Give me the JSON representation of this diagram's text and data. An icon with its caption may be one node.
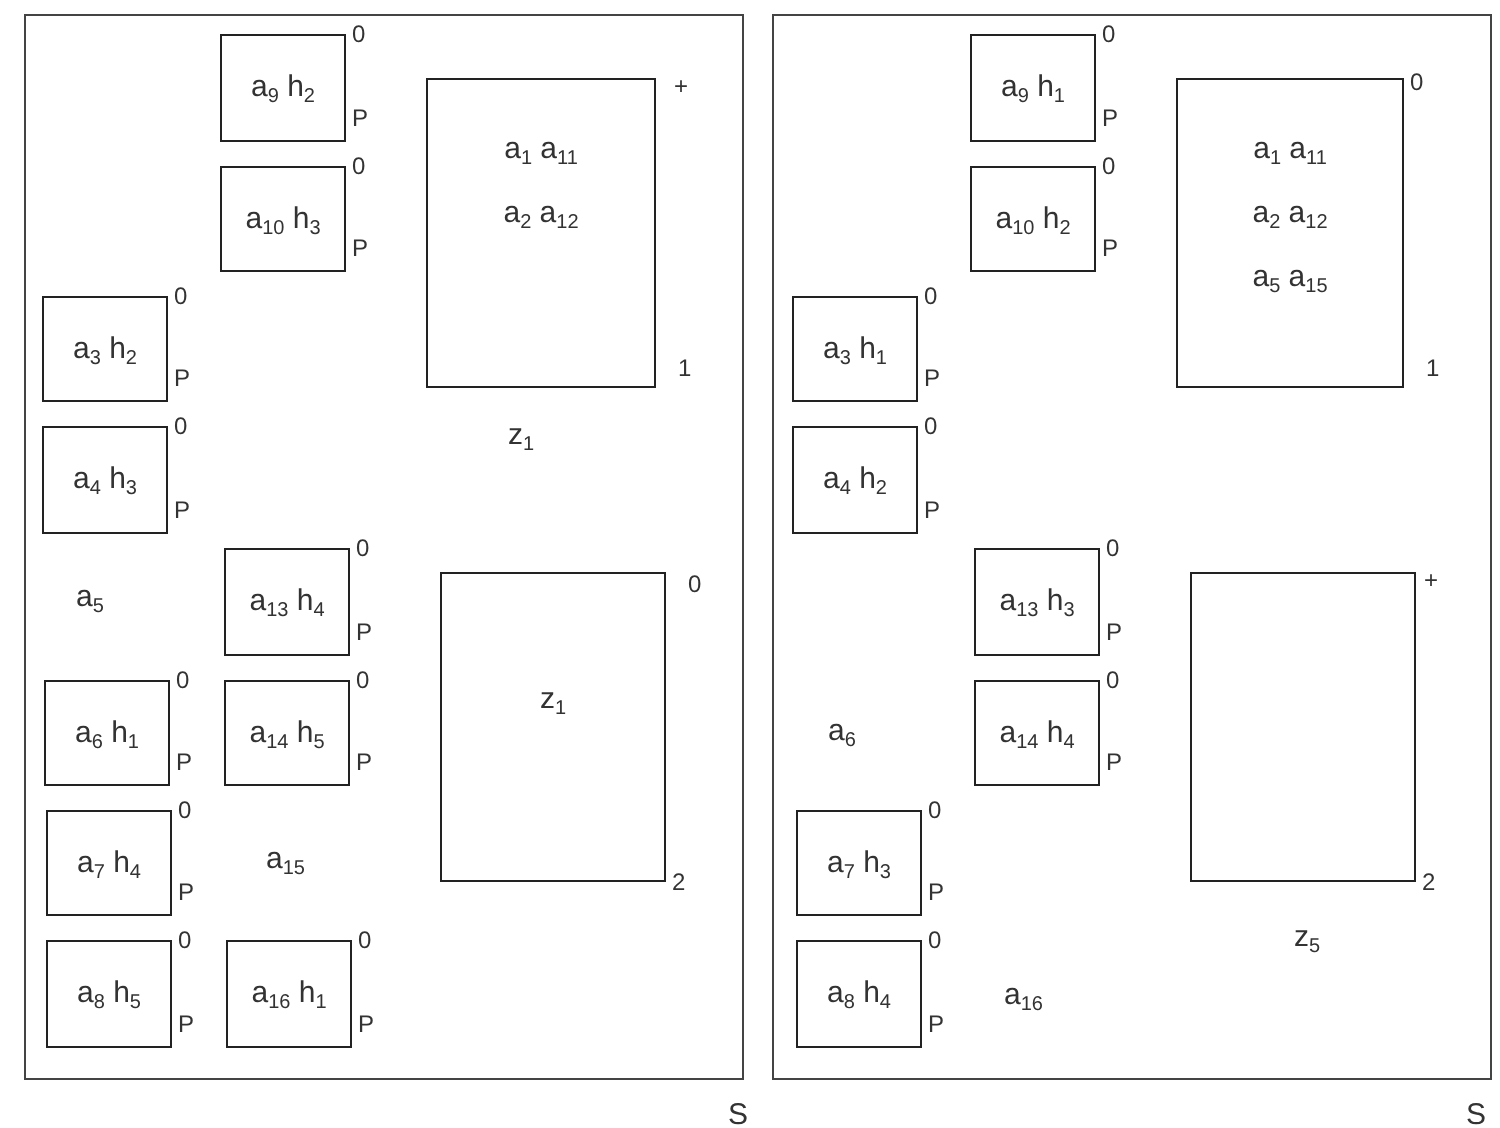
{
  "diagram": {
    "nodes": [
      {
        "text": [],
        "shape": "box",
        "beside": [
          "S"
        ]
      },
      {
        "text": [
          "a$_{9}$ h$_{2}$"
        ],
        "in": 0,
        "beside": [
          "0",
          "P"
        ]
      },
      {
        "text": [
          "a$_{1}$ a$_{11}$",
          "a$_{2}$ a$_{12}$"
        ],
        "in": 0,
        "beside": [
          "+",
          "1",
          "z$_{1}$"
        ]
      },
      {
        "text": [
          "a$_{10}$ h$_{3}$"
        ],
        "in": 0,
        "beside": [
          "0",
          "P"
        ]
      },
      {
        "text": [
          "a$_{3}$ h$_{2}$"
        ],
        "in": 0,
        "beside": [
          "0",
          "P"
        ]
      },
      {
        "text": [
          "a$_{4}$ h$_{3}$"
        ],
        "in": 0,
        "beside": [
          "0",
          "P"
        ]
      },
      {
        "text": [
          "a$_{13}$ h$_{4}$"
        ],
        "in": 0,
        "beside": [
          "0",
          "P"
        ]
      },
      {
        "text": [
          "z$_{1}$"
        ],
        "in": 0,
        "beside": [
          "0",
          "2"
        ]
      },
      {
        "text": [
          "a$_{6}$ h$_{1}$"
        ],
        "in": 0,
        "beside": [
          "0",
          "P"
        ]
      },
      {
        "text": [
          "a$_{14}$ h$_{5}$"
        ],
        "in": 0,
        "beside": [
          "0",
          "P"
        ]
      },
      {
        "text": [
          "a$_{7}$ h$_{4}$"
        ],
        "in": 0,
        "beside": [
          "0",
          "P"
        ]
      },
      {
        "text": [
          "a$_{8}$ h$_{5}$"
        ],
        "in": 0,
        "beside": [
          "0",
          "P"
        ]
      },
      {
        "text": [
          "a$_{16}$ h$_{1}$"
        ],
        "in": 0,
        "beside": [
          "0",
          "P"
        ]
      },
      {
        "text": [],
        "shape": "box",
        "beside": [
          "S"
        ]
      },
      {
        "text": [
          "a$_{9}$ h$_{1}$"
        ],
        "in": 13,
        "beside": [
          "0",
          "P"
        ]
      },
      {
        "text": [
          "a$_{1}$ a$_{11}$",
          "a$_{2}$ a$_{12}$",
          "a$_{5}$ a$_{15}$"
        ],
        "in": 13,
        "beside": [
          "0",
          "1"
        ]
      },
      {
        "text": [
          "a$_{10}$ h$_{2}$"
        ],
        "in": 13,
        "beside": [
          "0",
          "P"
        ]
      },
      {
        "text": [
          "a$_{3}$ h$_{1}$"
        ],
        "in": 13,
        "beside": [
          "0",
          "P"
        ]
      },
      {
        "text": [
          "a$_{4}$ h$_{2}$"
        ],
        "in": 13,
        "beside": [
          "0",
          "P"
        ]
      },
      {
        "text": [
          "a$_{13}$ h$_{3}$"
        ],
        "in": 13,
        "beside": [
          "0",
          "P"
        ]
      },
      {
        "text": [],
        "shape": "box",
        "in": 13,
        "beside": [
          "+",
          "2",
          "z$_{5}$"
        ]
      },
      {
        "text": [
          "a$_{14}$ h$_{4}$"
        ],
        "in": 13,
        "beside": [
          "0",
          "P"
        ]
      },
      {
        "text": [
          "a$_{7}$ h$_{3}$"
        ],
        "in": 13,
        "beside": [
          "0",
          "P"
        ]
      },
      {
        "text": [
          "a$_{8}$ h$_{4}$"
        ],
        "in": 13,
        "beside": [
          "0",
          "P"
        ]
      }
    ],
    "labels": [
      "a$_{5}$",
      "a$_{15}$",
      "a$_{6}$",
      "a$_{16}$"
    ]
  }
}
